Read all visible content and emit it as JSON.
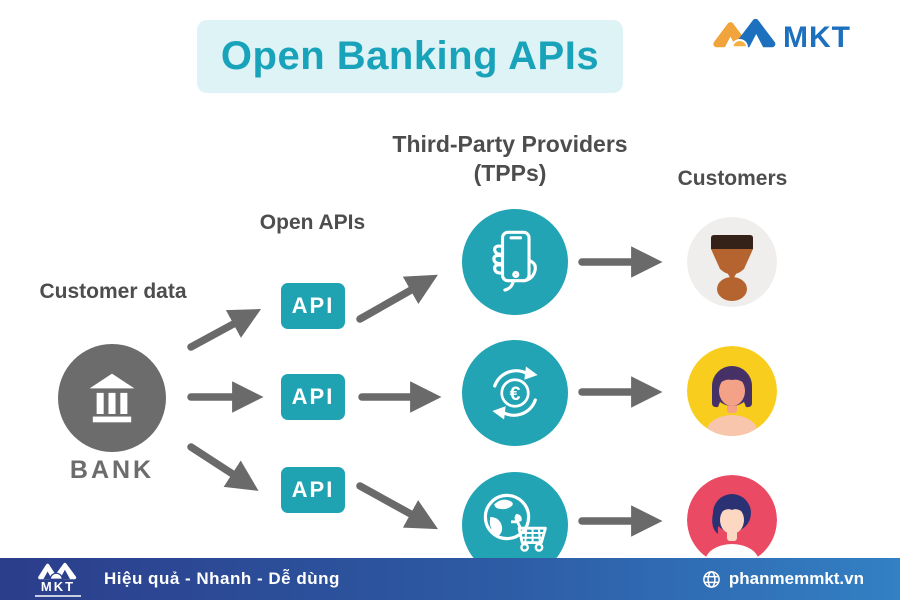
{
  "title": "Open Banking APIs",
  "header_logo": {
    "text": "MKT"
  },
  "headings": {
    "tpp_line1": "Third-Party Providers",
    "tpp_line2": "(TPPs)",
    "customers": "Customers",
    "open_apis": "Open APIs",
    "customer_data": "Customer data"
  },
  "bank": {
    "label": "BANK",
    "icon": "bank-building-icon"
  },
  "api_boxes": [
    {
      "label": "API"
    },
    {
      "label": "API"
    },
    {
      "label": "API"
    }
  ],
  "tpps": [
    {
      "icon": "mobile-banking-phone-icon"
    },
    {
      "icon": "currency-exchange-euro-icon",
      "symbol": "€"
    },
    {
      "icon": "ecommerce-globe-cart-icon"
    }
  ],
  "customer_avatars": [
    {
      "name": "male-customer-avatar",
      "bg": "#efeeec"
    },
    {
      "name": "female-customer-avatar",
      "bg": "#f8cd1e"
    },
    {
      "name": "female-customer-avatar-2",
      "bg": "#ea4a63"
    }
  ],
  "footer": {
    "logo_text": "MKT",
    "slogan": "Hiệu quả - Nhanh - Dễ dùng",
    "website": "phanmemmkt.vn",
    "globe_icon": "globe-icon"
  },
  "colors": {
    "teal": "#1fa3b2",
    "title_text": "#18a3ba",
    "title_bg": "#def3f6",
    "arrow_gray": "#6a6a6a",
    "bank_gray": "#6c6c6c",
    "heading_gray": "#4d4d4d",
    "footer_gradient_left": "#2b3d8b",
    "footer_gradient_right": "#3380c4",
    "logo_orange": "#f1a33c",
    "logo_blue": "#1d70bd"
  }
}
